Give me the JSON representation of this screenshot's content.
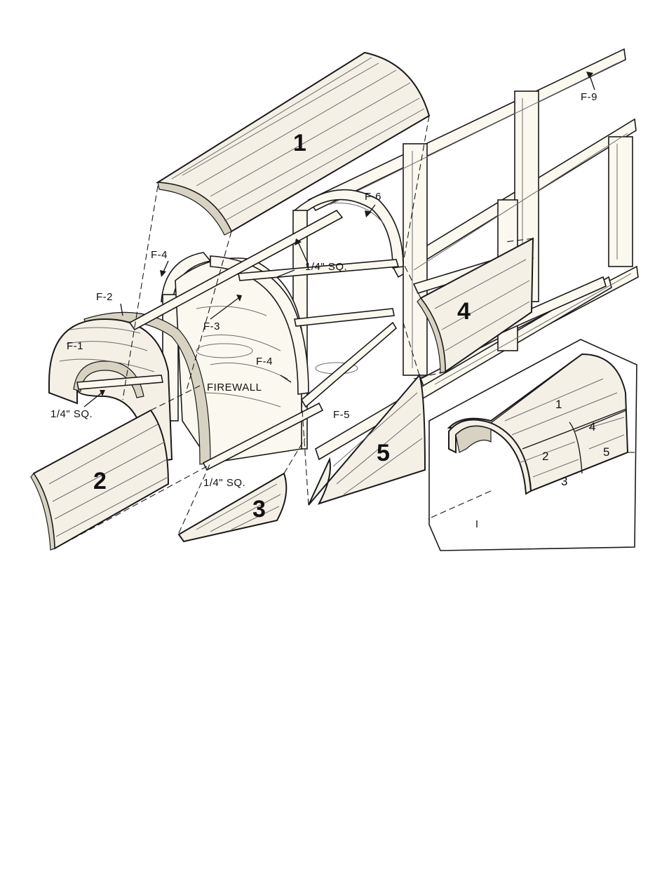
{
  "labels": {
    "f9": "F-9",
    "f6": "F-6",
    "f4_top": "F-4",
    "f2": "F-2",
    "f1": "F-1",
    "f3": "F-3",
    "f4_mid": "F-4",
    "f5": "F-5",
    "firewall": "FIREWALL",
    "sq_top": "1/4\" SQ.",
    "sq_left": "1/4\" SQ.",
    "sq_bottom": "1/4\" SQ."
  },
  "parts": {
    "p1": "1",
    "p2": "2",
    "p3": "3",
    "p4": "4",
    "p5": "5"
  },
  "inset": {
    "p1": "1",
    "p2": "2",
    "p3": "3",
    "p4": "4",
    "p5": "5"
  }
}
